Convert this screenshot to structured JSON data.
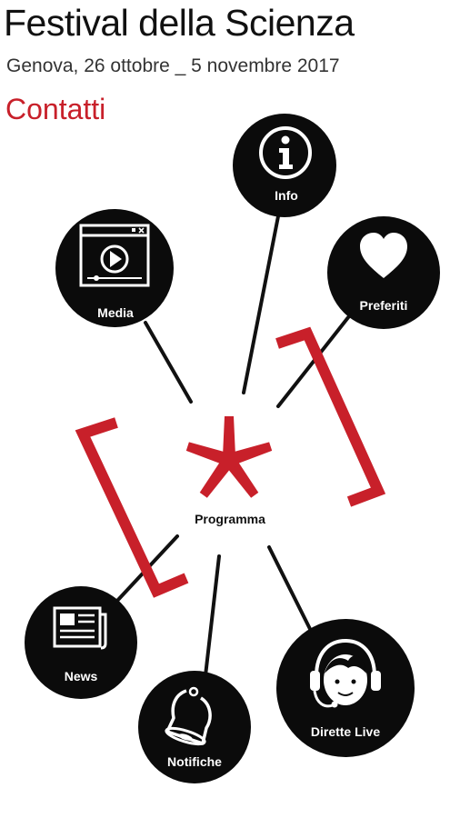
{
  "header": {
    "title": "Festival della Scienza",
    "subtitle": "Genova, 26 ottobre _ 5 novembre 2017",
    "contacts_label": "Contatti"
  },
  "colors": {
    "accent": "#c8202a",
    "node_fill": "#0b0b0b",
    "node_text": "#ffffff",
    "connector": "#111111"
  },
  "nodes": {
    "info": {
      "label": "Info",
      "icon": "info-icon"
    },
    "media": {
      "label": "Media",
      "icon": "video-player-icon"
    },
    "preferiti": {
      "label": "Preferiti",
      "icon": "heart-icon"
    },
    "programma": {
      "label": "Programma",
      "icon": "asterisk-logo-icon"
    },
    "news": {
      "label": "News",
      "icon": "newspaper-icon"
    },
    "notifiche": {
      "label": "Notifiche",
      "icon": "bell-icon"
    },
    "dirette_live": {
      "label": "Dirette Live",
      "icon": "headset-operator-icon"
    }
  }
}
